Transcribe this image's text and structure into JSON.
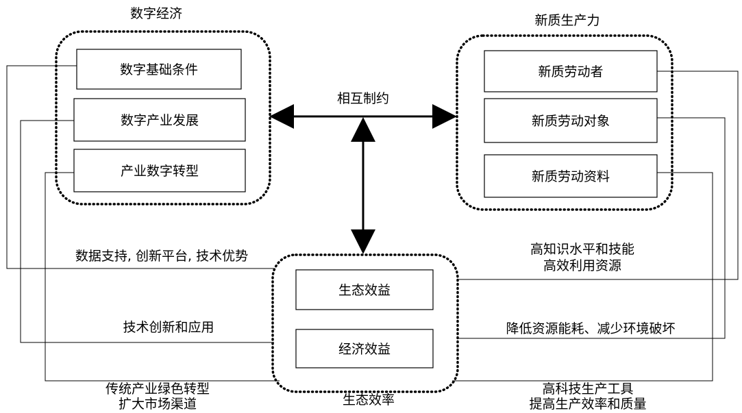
{
  "groups": {
    "digital_economy": {
      "title": "数字经济",
      "boxes": [
        "数字基础条件",
        "数字产业发展",
        "产业数字转型"
      ]
    },
    "new_productivity": {
      "title": "新质生产力",
      "boxes": [
        "新质劳动者",
        "新质劳动对象",
        "新质劳动资料"
      ]
    },
    "ecological_efficiency": {
      "title": "生态效率",
      "boxes": [
        "生态效益",
        "经济效益"
      ]
    }
  },
  "center_label": "相互制约",
  "edge_labels": {
    "left": [
      "数据支持, 创新平台, 技术优势",
      "技术创新和应用",
      "传统产业绿色转型",
      "扩大市场渠道"
    ],
    "right": [
      "高知识水平和技能",
      "高效利用资源",
      "降低资源能耗、减少环境破坏",
      "高科技生产工具",
      "提高生产效率和质量"
    ]
  }
}
